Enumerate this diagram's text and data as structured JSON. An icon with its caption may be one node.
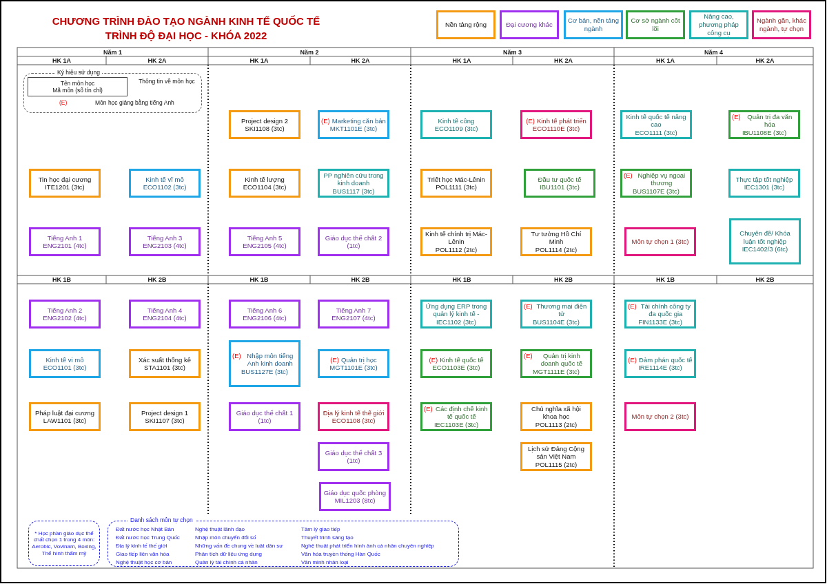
{
  "diagram": {
    "title": "CHƯƠNG TRÌNH ĐÀO TẠO NGÀNH KINH TẾ QUỐC TẾ TRÌNH ĐỘ ĐẠI HỌC - KHÓA 2022",
    "nodes": [
      {
        "text": [
          "Ký hiệu sử dụng",
          "Thông tin về môn học",
          "(E)",
          "Môn học giảng bằng tiếng Anh"
        ]
      },
      {
        "text": [
          "Tên môn học",
          "Mã môn (số tín chỉ)"
        ],
        "in": 0
      },
      {
        "text": [
          "Project design 2",
          "SKI1108 (3tc)"
        ]
      },
      {
        "text": [
          "(E)",
          "Marketing căn bản",
          "MKT1101E (3tc)"
        ]
      },
      {
        "text": [
          "Kinh tế công",
          "ECO1109 (3tc)"
        ]
      },
      {
        "text": [
          "(E)",
          "Kinh tế phát triển",
          "ECO1110E (3tc)"
        ]
      },
      {
        "text": [
          "Kinh tế quốc tế nâng cao",
          "ECO1111 (3tc)"
        ]
      },
      {
        "text": [
          "(E)",
          "Quản trị đa văn hóa",
          "IBU1108E (3tc)"
        ]
      },
      {
        "text": [
          "Tin học đại cương",
          "ITE1201 (3tc)"
        ]
      },
      {
        "text": [
          "Kinh tế vĩ mô",
          "ECO1102 (3tc)"
        ]
      },
      {
        "text": [
          "Kinh tế lượng",
          "ECO1104 (3tc)"
        ]
      },
      {
        "text": [
          "PP nghiên cứu trong kinh doanh",
          "BUS1117 (3tc)"
        ]
      },
      {
        "text": [
          "Triết học Mác-Lênin",
          "POL1111 (3tc)"
        ]
      },
      {
        "text": [
          "Đầu tư quốc tế",
          "IBU1101 (3tc)"
        ]
      },
      {
        "text": [
          "(E)",
          "Nghiệp vụ ngoại thương",
          "BUS1107E (3tc)"
        ]
      },
      {
        "text": [
          "Thực tập tốt nghiệp",
          "IEC1301 (3tc)"
        ]
      },
      {
        "text": [
          "Tiếng Anh 1",
          "ENG2101 (4tc)"
        ]
      },
      {
        "text": [
          "Tiếng Anh 3",
          "ENG2103 (4tc)"
        ]
      },
      {
        "text": [
          "Tiếng Anh 5",
          "ENG2105 (4tc)"
        ]
      },
      {
        "text": [
          "Giáo dục thể chất 2",
          "(1tc)"
        ]
      },
      {
        "text": [
          "Kinh tế chính trị Mác-Lênin",
          "POL1112 (2tc)"
        ]
      },
      {
        "text": [
          "Tư tưởng Hồ Chí Minh",
          "POL1114 (2tc)"
        ]
      },
      {
        "text": [
          "Môn tự chọn 1 (3tc)"
        ]
      },
      {
        "text": [
          "Chuyên đề/ Khóa luận tốt nghiệp",
          "IEC1402/3 (6tc)"
        ]
      },
      {
        "text": [
          "Tiếng Anh 2",
          "ENG2102 (4tc)"
        ]
      },
      {
        "text": [
          "Tiếng Anh 4",
          "ENG2104 (4tc)"
        ]
      },
      {
        "text": [
          "Tiếng Anh 6",
          "ENG2106 (4tc)"
        ]
      },
      {
        "text": [
          "Tiếng Anh 7",
          "ENG2107 (4tc)"
        ]
      },
      {
        "text": [
          "Ứng dụng ERP trong quản lý kinh tế - IEC1102 (3tc)"
        ]
      },
      {
        "text": [
          "(E)",
          "Thương mại điện tử",
          "BUS1104E (3tc)"
        ]
      },
      {
        "text": [
          "(E)",
          "Tài chính công ty đa quốc gia",
          "FIN1133E (3tc)"
        ]
      },
      {
        "text": [
          "Kinh tế vi mô",
          "ECO1101 (3tc)"
        ]
      },
      {
        "text": [
          "Xác suất thống kê",
          "STA1101 (3tc)"
        ]
      },
      {
        "text": [
          "(E)",
          "Nhập môn tiếng Anh kinh doanh",
          "BUS1127E (3tc)"
        ]
      },
      {
        "text": [
          "(E)",
          "Quản trị học",
          "MGT1101E (3tc)"
        ]
      },
      {
        "text": [
          "(E)",
          "Kinh tế quốc tế",
          "ECO1103E (3tc)"
        ]
      },
      {
        "text": [
          "(E)",
          "Quản trị kinh doanh quốc tế",
          "MGT1111E (3tc)"
        ]
      },
      {
        "text": [
          "(E)",
          "Đàm phán quốc tế",
          "IRE1114E (3tc)"
        ]
      },
      {
        "text": [
          "Pháp luật đại cương",
          "LAW1101 (3tc)"
        ]
      },
      {
        "text": [
          "Project design 1",
          "SKI1107 (3tc)"
        ]
      },
      {
        "text": [
          "Giáo dục thể chất 1",
          "(1tc)"
        ]
      },
      {
        "text": [
          "Địa lý kinh tế thế giới",
          "ECO1108 (3tc)"
        ]
      },
      {
        "text": [
          "(E)",
          "Các định chế kinh tế quốc tế",
          "IEC1103E (3tc)"
        ]
      },
      {
        "text": [
          "Chủ nghĩa xã hội khoa học",
          "POL1113 (2tc)"
        ]
      },
      {
        "text": [
          "Môn tự chọn 2 (3tc)"
        ]
      },
      {
        "text": [
          "Giáo dục thể chất 3",
          "(1tc)"
        ]
      },
      {
        "text": [
          "Lịch sử Đảng Cộng sản Việt Nam",
          "POL1115 (2tc)"
        ]
      },
      {
        "text": [
          "Giáo dục quốc phòng",
          "MIL1203 (8tc)"
        ]
      },
      {
        "text": [
          "* Học phần giáo dục thể chất chọn 1 trong 4 môn: Aerobic, Vovinam, Boxing, Thể hình thẩm mỹ"
        ]
      },
      {
        "text": [
          "Danh sách môn tự chọn",
          "Đất nước học Nhật Bản",
          "Đất nước học Trung Quốc",
          "Địa lý kinh tế thế giới",
          "Giao tiếp liên văn hóa",
          "Nghệ thuật học cơ bản",
          "Nghệ thuật lãnh đạo",
          "Nhập môn chuyển đổi số",
          "Những vấn đề chung về luật dân sự",
          "Phân tích dữ liệu ứng dụng",
          "Quản lý tài chính cá nhân",
          "Tâm lý giao tiếp",
          "Thuyết trình sáng tạo",
          "Nghệ thuật phát triển hình ảnh cá nhân chuyên nghiệp",
          "Văn hóa truyền thống Hàn Quốc",
          "Văn minh nhân loại"
        ]
      }
    ],
    "labels": [
      "Năm 1",
      "Năm 2",
      "Năm 3",
      "Năm 4",
      "HK 1A",
      "HK 2A",
      "HK 1A",
      "HK 2A",
      "HK 1A",
      "HK 2A",
      "HK 1A",
      "HK 2A",
      "HK 1B",
      "HK 2B",
      "HK 1B",
      "HK 2B",
      "HK 1B",
      "HK 2B",
      "HK 1B",
      "HK 2B"
    ],
    "legend": [
      {
        "text": "Nền tảng rộng",
        "color": "#f39a12"
      },
      {
        "text": "Đại cương khác",
        "color": "#a12ff0"
      },
      {
        "text": "Cơ bản, nền tảng ngành",
        "color": "#1ea6e6"
      },
      {
        "text": "Cơ sở ngành cốt lõi",
        "color": "#2fa03a"
      },
      {
        "text": "Nâng cao, phương pháp công cụ",
        "color": "#1eb1b1"
      },
      {
        "text": "Ngành gần, khác ngành, tự chọn",
        "color": "#e2177e"
      }
    ]
  }
}
